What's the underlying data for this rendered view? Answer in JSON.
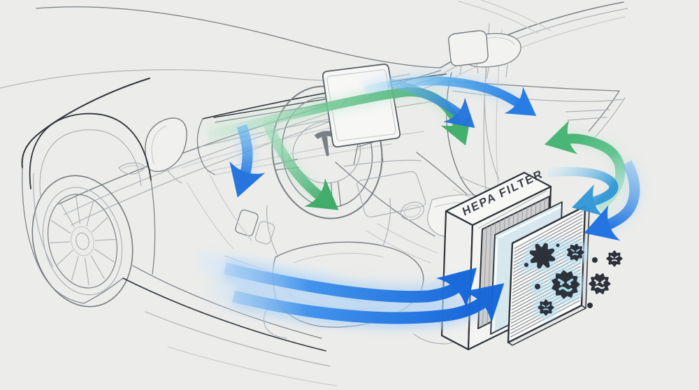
{
  "scene": {
    "title": "Car cabin HEPA filtration airflow illustration",
    "background_color": "#ECECEA"
  },
  "filter": {
    "label": "HEPA FILTER",
    "label_color": "#3A3F45",
    "housing_color": "#F7F7F6",
    "housing_side_color": "#EFEFED",
    "housing_front_color": "#F4F4F2",
    "pleat_layer_color": "#CDCED0",
    "pleat_line_color": "#9EA1A4",
    "media_layer_color": "#D6E8EE",
    "screen_layer_color": "#FBFBFA",
    "stripe_color": "#8F9296",
    "outline_color": "#2E333A"
  },
  "airflow": {
    "blue": "#1C6FDF",
    "blue_bright": "#1E78E4",
    "blue_deep": "#1566DA",
    "blue_light": "#8ED3F0",
    "cyan": "#2F97D8",
    "green": "#3BAD68",
    "green_light": "#A5DFC0",
    "teal": "#97D8CB",
    "glow_blue": "#A9CFF4",
    "glow_green": "#BBE3C9",
    "arrows": [
      {
        "id": "dash-vent-down",
        "color": "blue",
        "path_role": "from dash vent down into driver footwell"
      },
      {
        "id": "dash-vent-sweep",
        "color": "green",
        "path_role": "from dash vent curving to cabin floor"
      },
      {
        "id": "dash-ribbon-green",
        "color": "green",
        "path_role": "along dashboard toward passenger side, turning down"
      },
      {
        "id": "dash-to-door-blue",
        "color": "blue",
        "path_role": "along dashboard out to passenger door"
      },
      {
        "id": "dash-center-down-blue",
        "color": "blue",
        "path_role": "from dashboard down toward center"
      },
      {
        "id": "door-recirculation-green",
        "color": "green",
        "path_role": "recirculating loop rising at open door"
      },
      {
        "id": "intake-inner-cyan",
        "color": "cyan",
        "path_role": "air curling down into filter intake"
      },
      {
        "id": "intake-outer-blue",
        "color": "blue",
        "path_role": "outer loop of air entering filter"
      },
      {
        "id": "floor-return-upper",
        "color": "blue",
        "path_role": "floor return flow swept into HEPA filter"
      },
      {
        "id": "floor-return-lower",
        "color": "blue",
        "path_role": "floor return flow swept into HEPA filter"
      }
    ]
  },
  "particles": {
    "color": "#2C313A",
    "halo_color": "#BBE2F2",
    "face_color_on_filter": "#A9DAEC",
    "face_color_outside": "#E9E9E7",
    "caught_on_filter": [
      "splat-germ",
      "gear-germ",
      "large-angry-germ",
      "dot",
      "small-angry-germ",
      "dot",
      "dot"
    ],
    "outside_filter": [
      "dot",
      "gear-germ",
      "large-angry-germ",
      "dot"
    ]
  },
  "vehicle": {
    "type": "electric sedan cutaway line art",
    "line_color_dark": "#2F343A",
    "line_color_mid": "#787E84",
    "line_color_light": "#AEB3B7",
    "line_color_faint": "#C9CCCE",
    "parts": [
      "hood",
      "front-fender",
      "front-wheel",
      "side-mirror-left",
      "side-camera",
      "windshield-cowl",
      "dashboard",
      "air-vent",
      "steering-wheel",
      "tesla-logo",
      "touchscreen",
      "center-console",
      "cupholder",
      "armrest",
      "driver-seat",
      "passenger-seat",
      "headrest",
      "open-passenger-door",
      "side-mirror-right",
      "door-sill",
      "pedals"
    ]
  }
}
